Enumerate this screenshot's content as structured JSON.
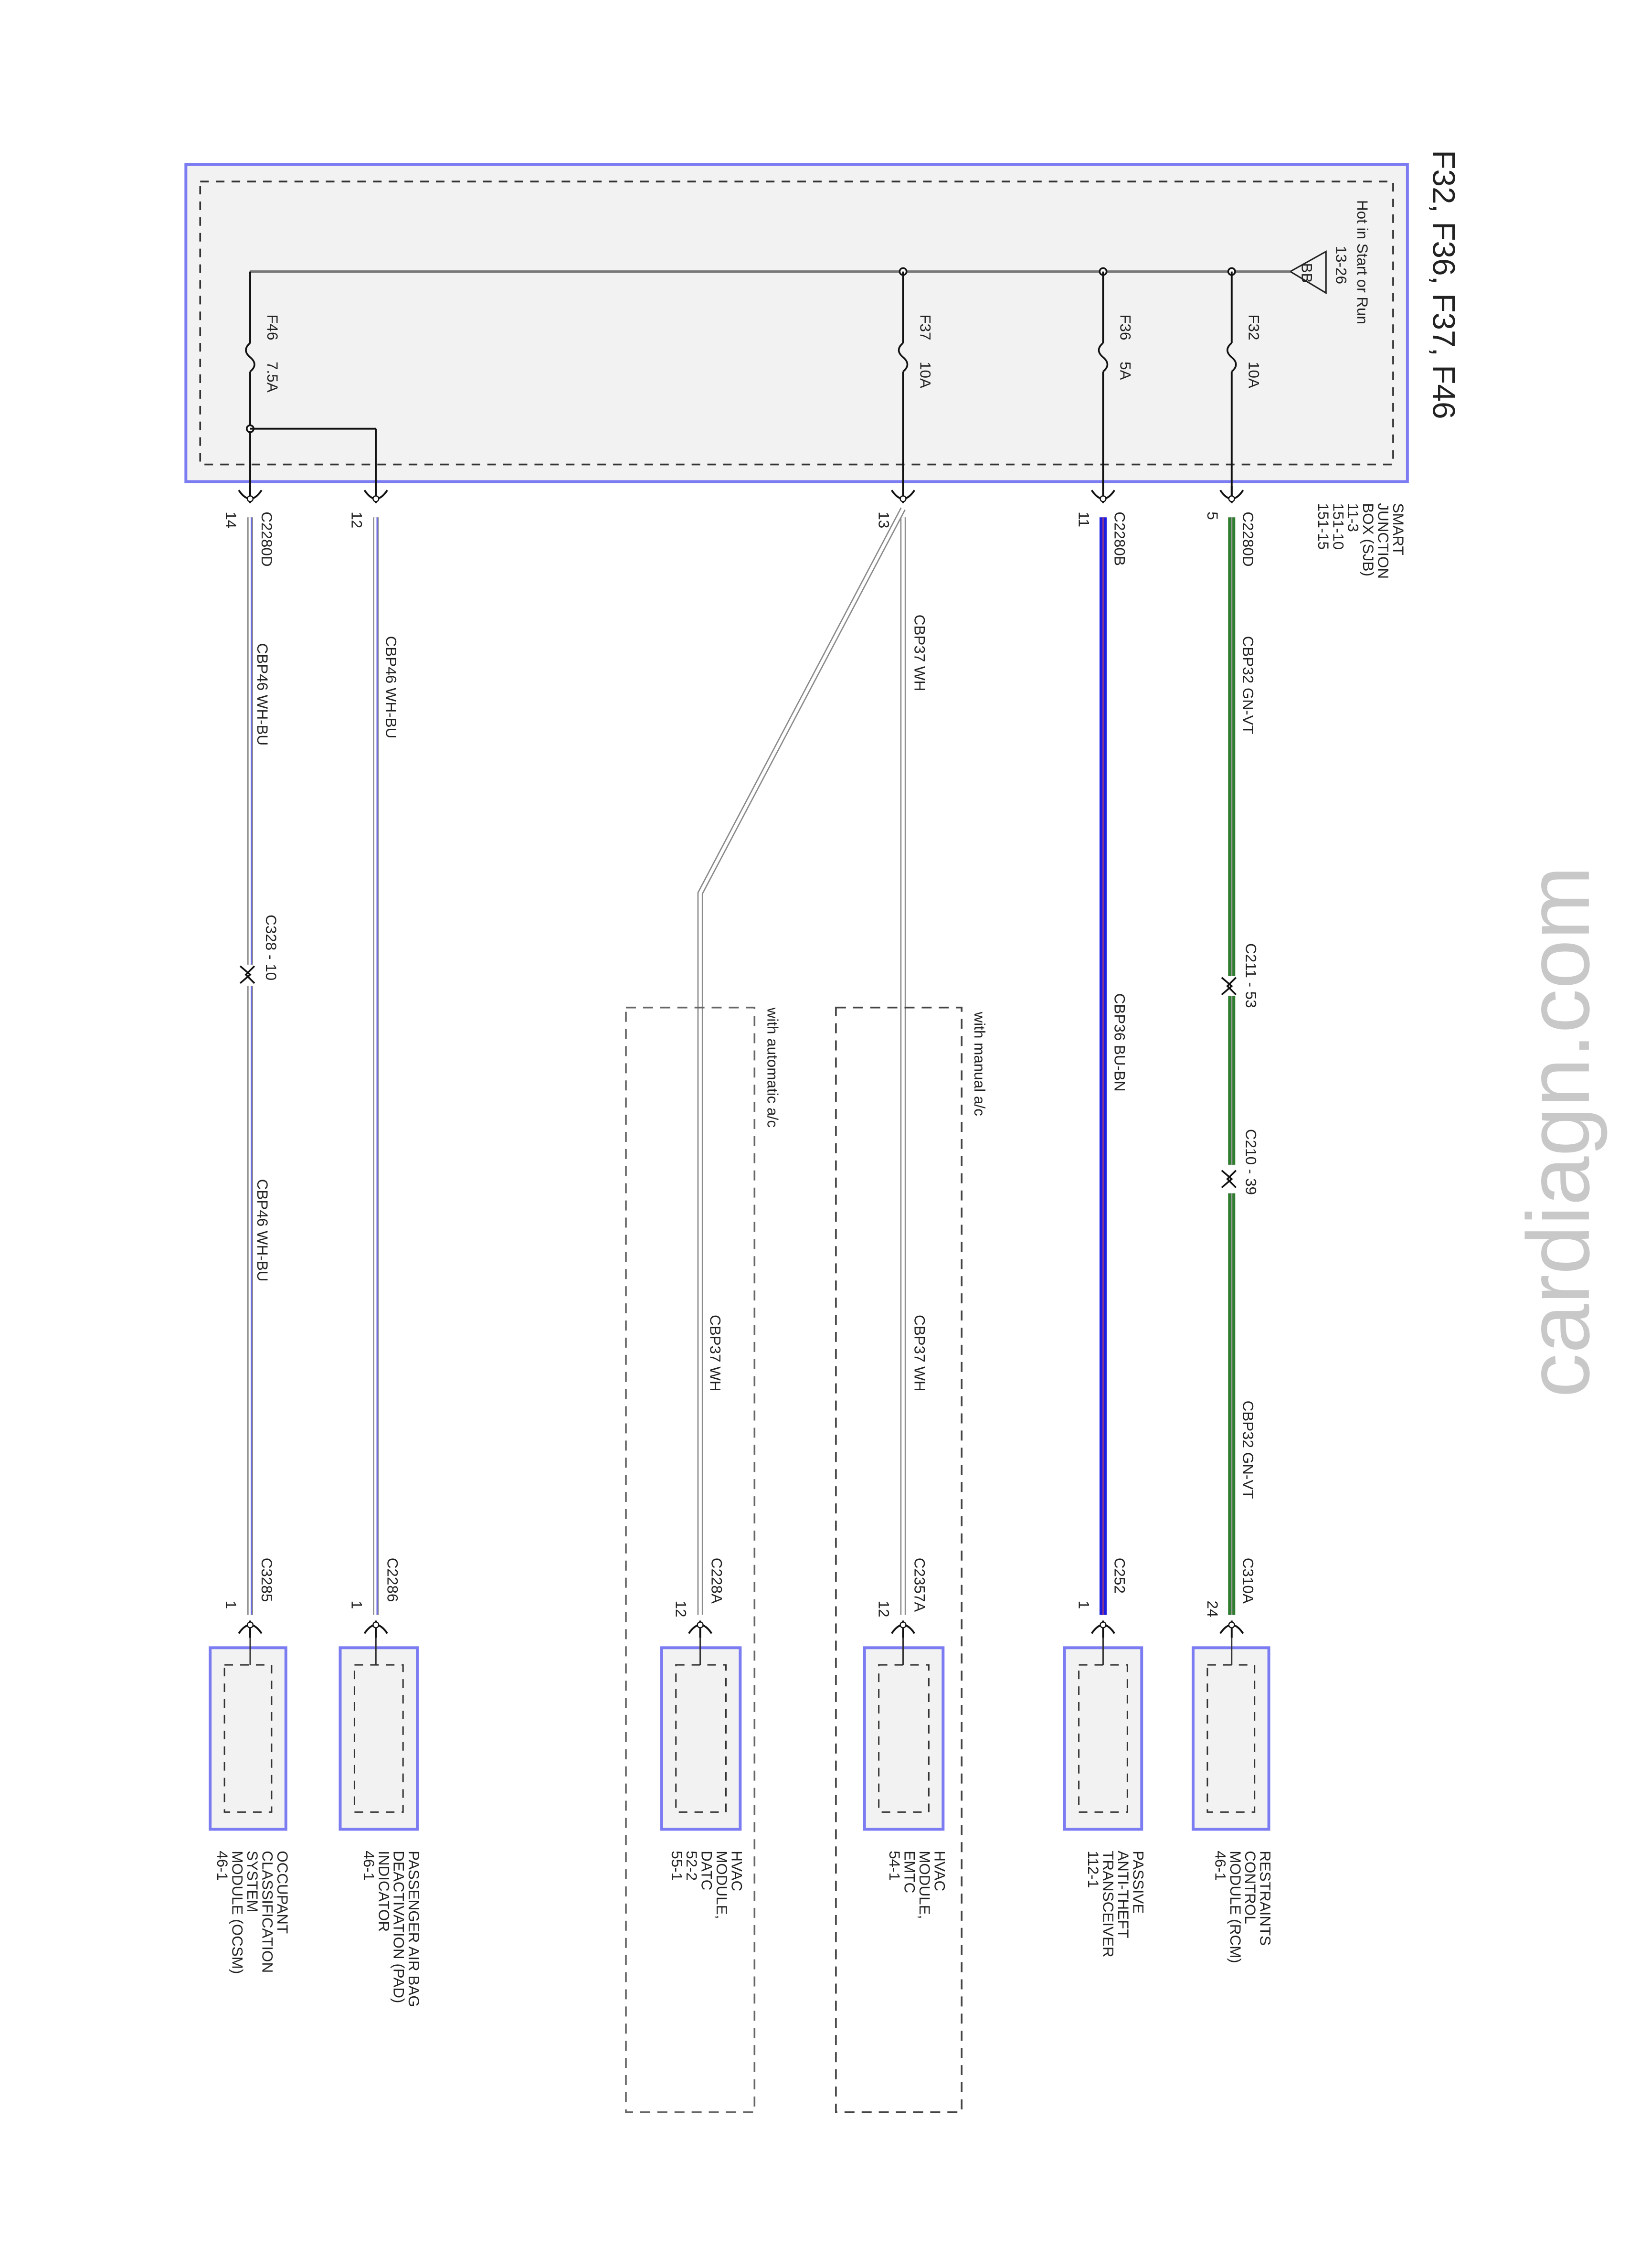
{
  "title": "F32, F36, F37, F46",
  "sjb": {
    "hot_text": "Hot in Start or Run",
    "hot_ref": "13-26",
    "bus_symbol": "BB",
    "label": [
      "SMART",
      "JUNCTION",
      "BOX (SJB)",
      "11-3",
      "151-10",
      "151-15"
    ]
  },
  "fuses": [
    {
      "name": "F32",
      "rating": "10A"
    },
    {
      "name": "F36",
      "rating": "5A"
    },
    {
      "name": "F37",
      "rating": "10A"
    },
    {
      "name": "F46",
      "rating": "7.5A"
    }
  ],
  "sjb_connectors": [
    {
      "connector": "C2280D",
      "pin": "5"
    },
    {
      "connector": "C2280B",
      "pin": "11"
    },
    {
      "connector": "",
      "pin": "13"
    },
    {
      "connector": "",
      "pin": "12"
    },
    {
      "connector": "C2280D",
      "pin": "14"
    }
  ],
  "wires": {
    "cbp32": "CBP32   GN-VT",
    "cbp36": "CBP36   BU-BN",
    "cbp37": "CBP37   WH",
    "cbp46": "CBP46   WH-BU"
  },
  "inline_connectors": {
    "c211": "C211 - 53",
    "c210": "C210 - 39",
    "c328": "C328 - 10"
  },
  "options": {
    "manual": "with manual a/c",
    "automatic": "with automatic a/c"
  },
  "modules": [
    {
      "connector": "C310A",
      "pin": "24",
      "label": [
        "RESTRAINTS",
        "CONTROL",
        "MODULE (RCM)",
        "46-1"
      ]
    },
    {
      "connector": "C252",
      "pin": "1",
      "label": [
        "PASSIVE",
        "ANTI-THEFT",
        "TRANSCEIVER",
        "112-1"
      ]
    },
    {
      "connector": "C2357A",
      "pin": "12",
      "label": [
        "HVAC",
        "MODULE,",
        "EMTC",
        "54-1"
      ]
    },
    {
      "connector": "C228A",
      "pin": "12",
      "label": [
        "HVAC",
        "MODULE,",
        "DATC",
        "52-2",
        "55-1"
      ]
    },
    {
      "connector": "C2286",
      "pin": "1",
      "label": [
        "PASSENGER AIR BAG",
        "DEACTIVATION (PAD)",
        "INDICATOR",
        "46-1"
      ]
    },
    {
      "connector": "C3285",
      "pin": "1",
      "label": [
        "OCCUPANT",
        "CLASSIFICATION",
        "SYSTEM",
        "MODULE (OCSM)",
        "46-1"
      ]
    }
  ],
  "watermark": "cardiagn.com",
  "colors": {
    "green": "#2f7d2f",
    "blue": "#1c1ce0",
    "frame": "#7b7bf2",
    "box_fill": "#f2f2f2"
  }
}
